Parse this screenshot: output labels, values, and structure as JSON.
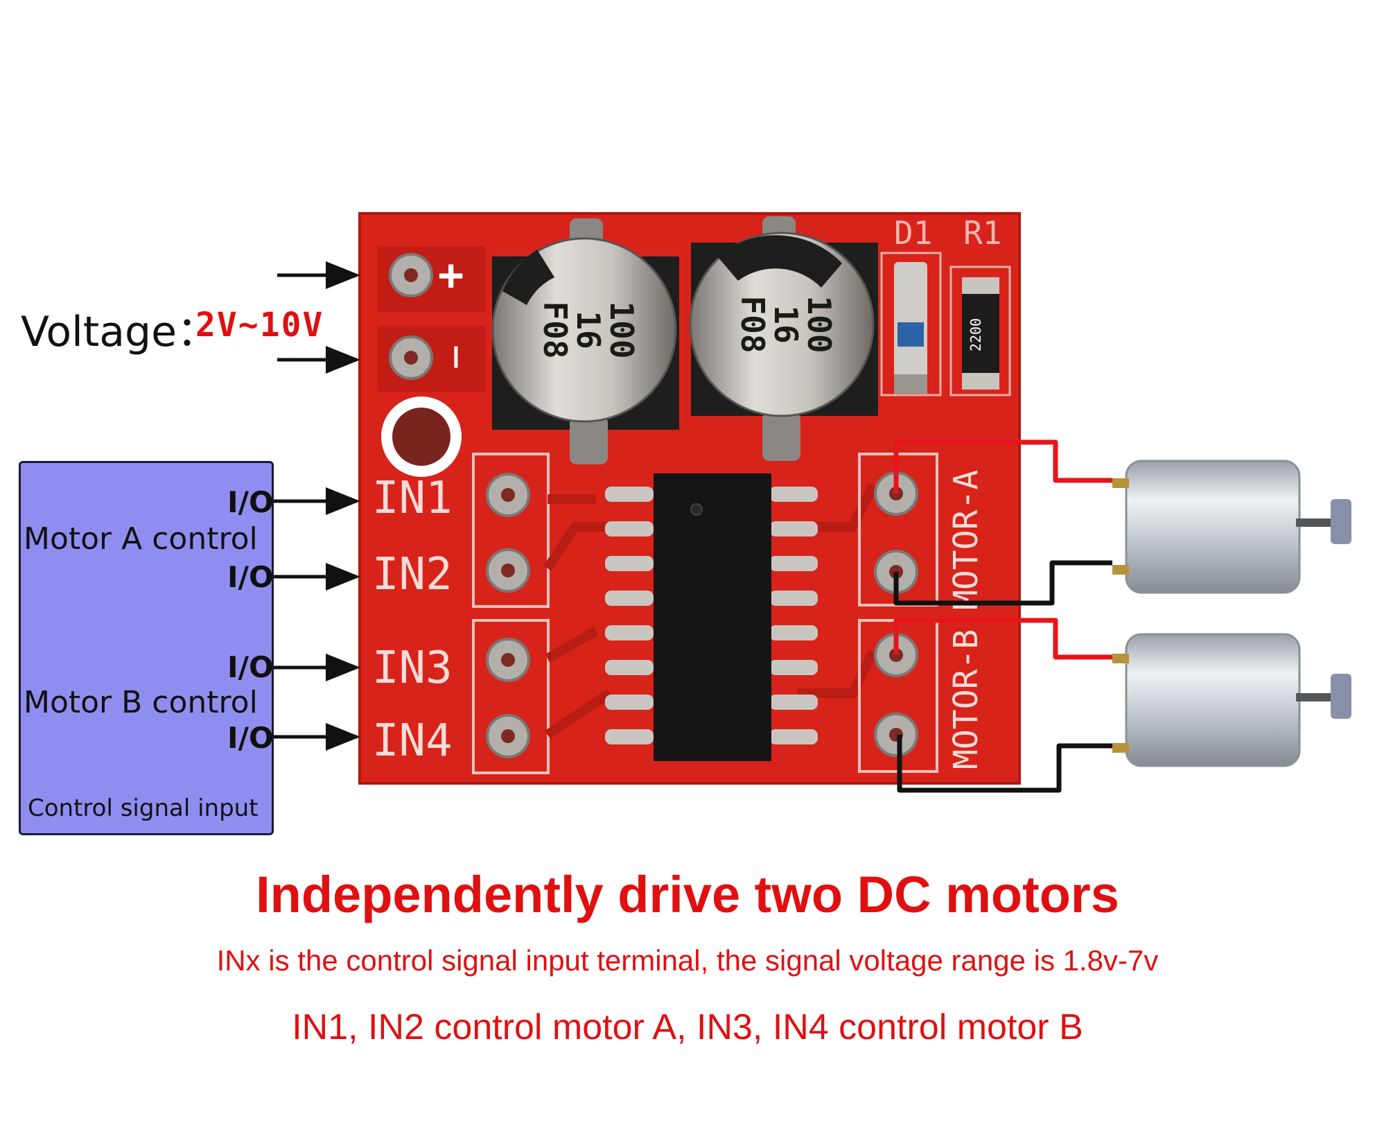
{
  "voltage": {
    "label": "Voltage：",
    "range": "2V~10V"
  },
  "board": {
    "power_plus": "+",
    "power_minus": "−",
    "silkscreen_d1": "D1",
    "silkscreen_r1": "R1",
    "resistor_code": "2200",
    "cap1_text": [
      "100",
      "16",
      "F08"
    ],
    "cap2_text": [
      "100",
      "16",
      "F08"
    ],
    "inputs": [
      "IN1",
      "IN2",
      "IN3",
      "IN4"
    ],
    "motor_a_label": "MOTOR-A",
    "motor_b_label": "MOTOR-B"
  },
  "control_box": {
    "io_label": "I/O",
    "motor_a": "Motor A control",
    "motor_b": "Motor B control",
    "footer": "Control signal input"
  },
  "captions": {
    "title": "Independently drive two DC motors",
    "line1": "INx is the control signal input terminal, the signal voltage range is 1.8v-7v",
    "line2": "IN1, IN2 control motor A, IN3, IN4 control motor B"
  },
  "colors": {
    "board": "#d8231a",
    "caption": "#e01010",
    "box": "#8f8ef0",
    "wire_red": "#e8141b",
    "wire_black": "#111111"
  }
}
